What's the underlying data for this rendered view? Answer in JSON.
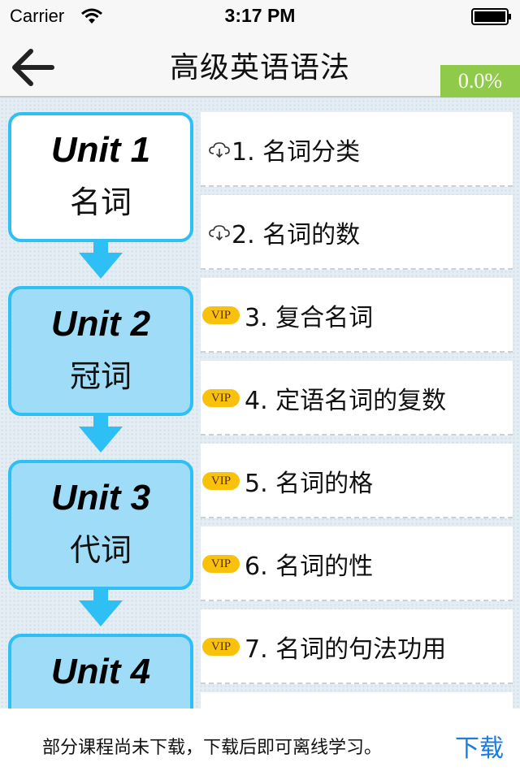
{
  "status_bar": {
    "carrier": "Carrier",
    "time": "3:17 PM"
  },
  "nav": {
    "title": "高级英语语法",
    "progress": "0.0%"
  },
  "units": [
    {
      "title": "Unit 1",
      "subtitle": "名词",
      "active": true
    },
    {
      "title": "Unit 2",
      "subtitle": "冠词",
      "active": false
    },
    {
      "title": "Unit 3",
      "subtitle": "代词",
      "active": false
    },
    {
      "title": "Unit 4",
      "subtitle": "",
      "active": false
    }
  ],
  "lessons": [
    {
      "label": "1. 名词分类",
      "badge": "cloud"
    },
    {
      "label": "2. 名词的数",
      "badge": "cloud"
    },
    {
      "label": "3. 复合名词",
      "badge": "VIP"
    },
    {
      "label": "4. 定语名词的复数",
      "badge": "VIP"
    },
    {
      "label": "5. 名词的格",
      "badge": "VIP"
    },
    {
      "label": "6. 名词的性",
      "badge": "VIP"
    },
    {
      "label": "7. 名词的句法功用",
      "badge": "VIP"
    },
    {
      "label": "",
      "badge": ""
    }
  ],
  "icons": {
    "back": "arrow-left-icon",
    "wifi": "wifi-icon",
    "battery": "battery-icon",
    "cloud": "cloud-download-icon",
    "unit_connector": "arrow-down-icon"
  },
  "colors": {
    "unit_border": "#2ec0f4",
    "unit_fill": "#9edcf8",
    "progress_green": "#8fca4a",
    "vip_yellow": "#f8c20c",
    "link_blue": "#1a7de0"
  },
  "bottom_bar": {
    "message": "部分课程尚未下载，下载后即可离线学习。",
    "download_label": "下载"
  }
}
